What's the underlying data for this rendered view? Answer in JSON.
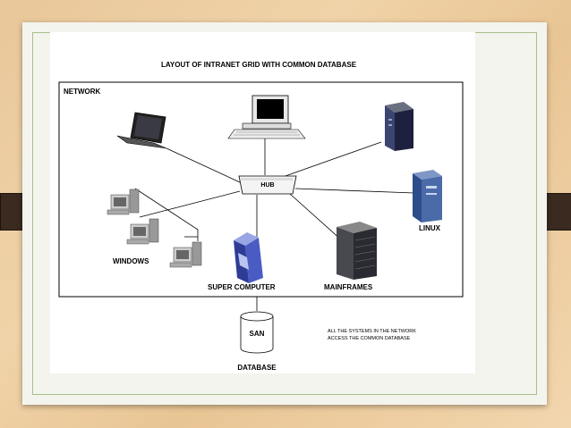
{
  "diagram": {
    "title": "LAYOUT OF INTRANET GRID WITH COMMON DATABASE",
    "network_label": "NETWORK",
    "hub_label": "HUB",
    "nodes": {
      "linux": "LINUX",
      "windows": "WINDOWS",
      "super_computer": "SUPER COMPUTER",
      "mainframes": "MAINFRAMES"
    },
    "san_label": "SAN",
    "database_label": "DATABASE",
    "note_line1": "ALL THE SYSTEMS IN THE NETWORK",
    "note_line2": "ACCESS THE COMMON DATABASE"
  }
}
